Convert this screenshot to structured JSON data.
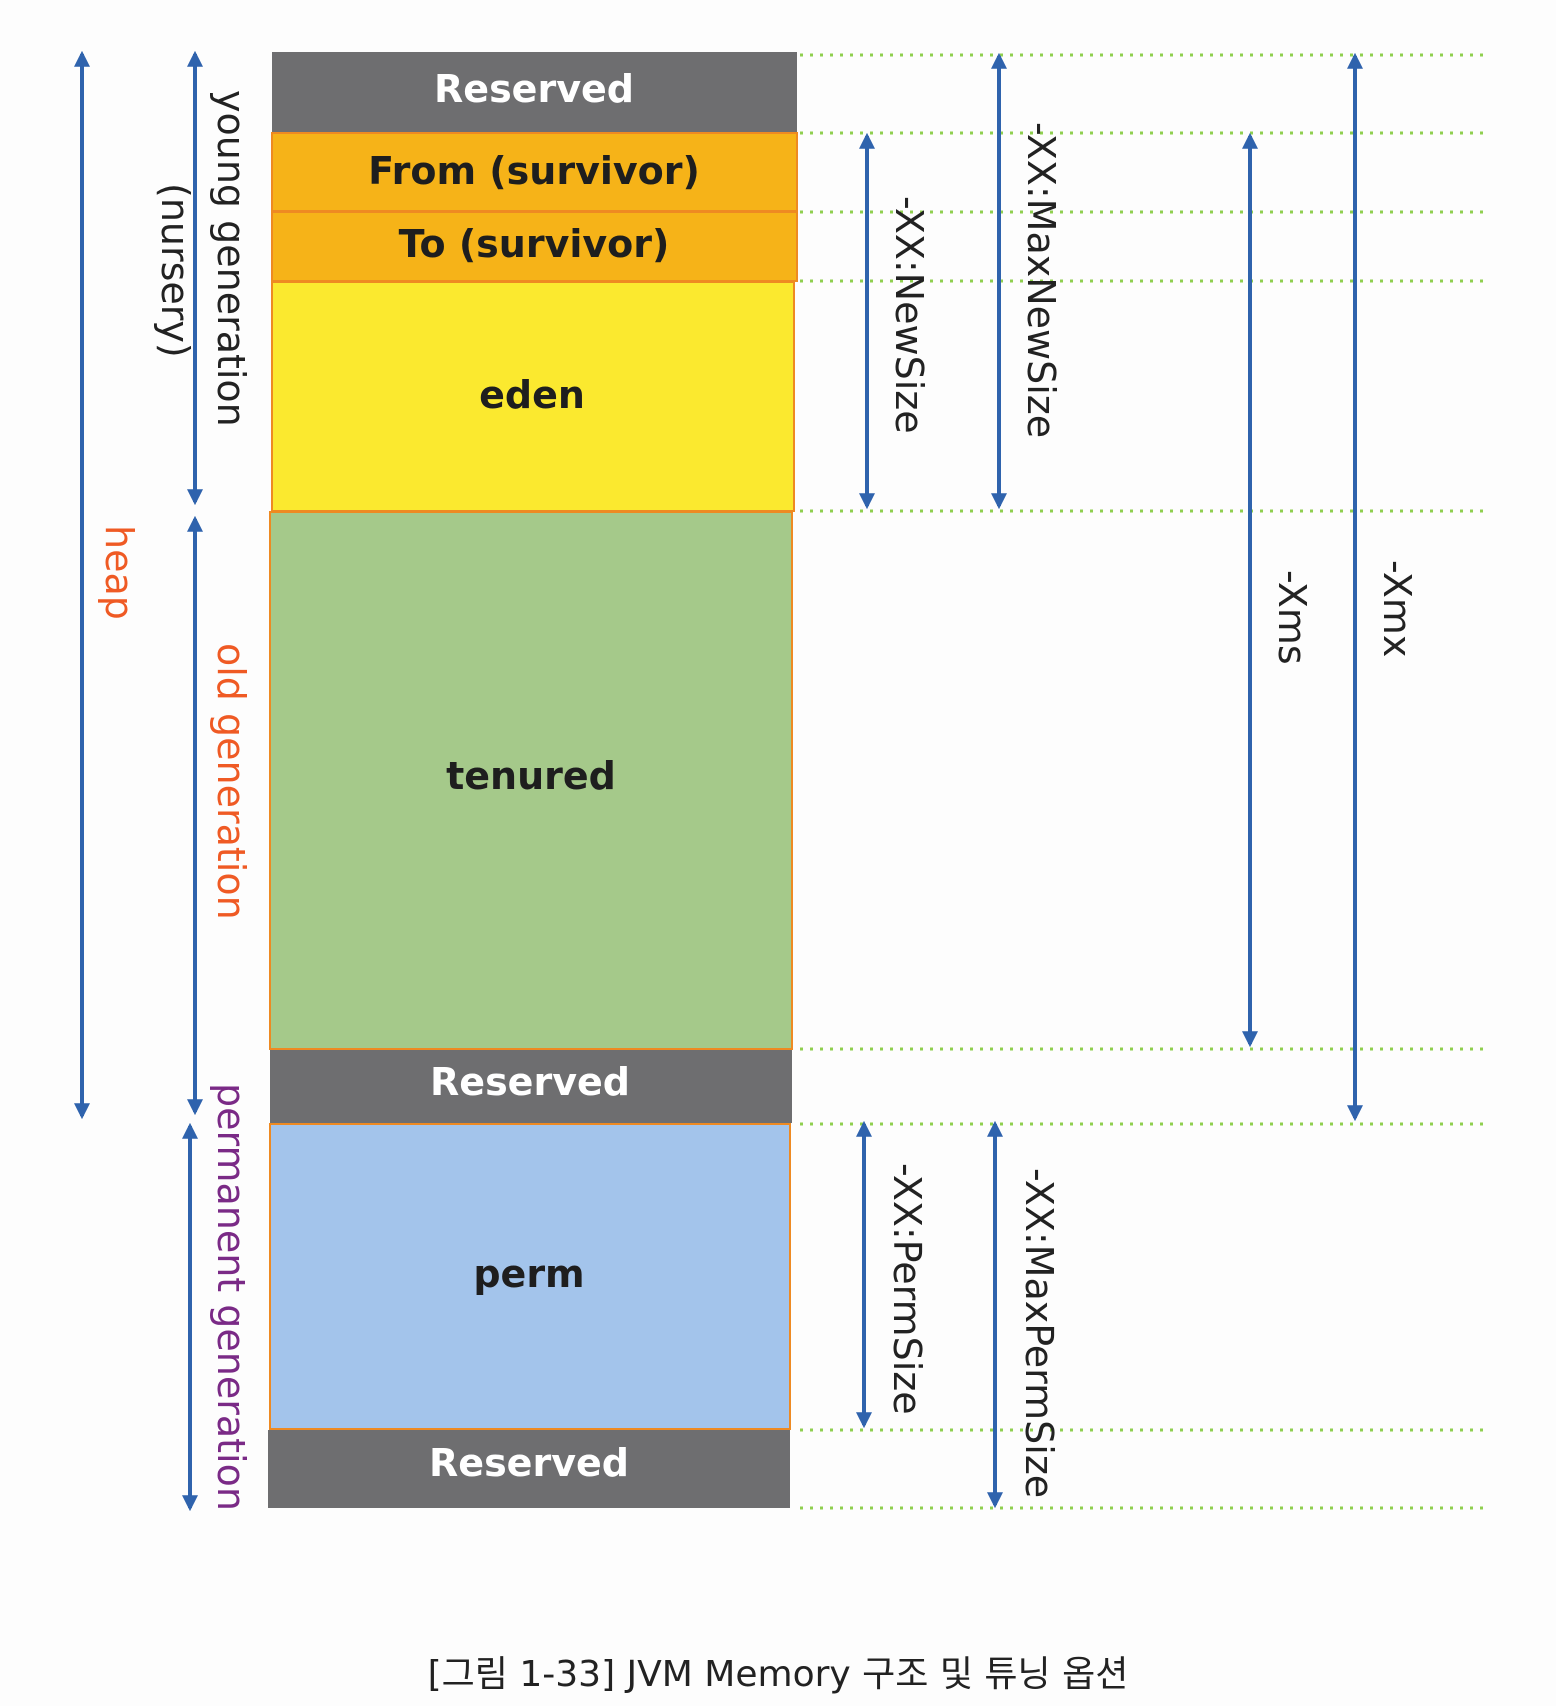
{
  "blocks": [
    {
      "label": "Reserved",
      "fill": "#6e6e70",
      "text_color": "#ffffff"
    },
    {
      "label": "From (survivor)",
      "fill": "#f6b318",
      "text_color": "#1e1e1e"
    },
    {
      "label": "To (survivor)",
      "fill": "#f6b318",
      "text_color": "#1e1e1e"
    },
    {
      "label": "eden",
      "fill": "#fbe92f",
      "text_color": "#1e1e1e"
    },
    {
      "label": "tenured",
      "fill": "#a5c98a",
      "text_color": "#1e1e1e"
    },
    {
      "label": "Reserved",
      "fill": "#6e6e70",
      "text_color": "#ffffff"
    },
    {
      "label": "perm",
      "fill": "#a3c4eb",
      "text_color": "#1e1e1e"
    },
    {
      "label": "Reserved",
      "fill": "#6e6e70",
      "text_color": "#ffffff"
    }
  ],
  "generations": {
    "heap": {
      "label": "heap",
      "color": "#ef5a24"
    },
    "young": {
      "label": "young generation",
      "sublabel": "(nursery)",
      "color": "#222222"
    },
    "old": {
      "label": "old generation",
      "color": "#ef5a24"
    },
    "permanent": {
      "label": "permanent generation",
      "color": "#7a2a86"
    }
  },
  "options": {
    "new_size": "-XX:NewSize",
    "max_new_size": "-XX:MaxNewSize",
    "xms": "-Xms",
    "xmx": "-Xmx",
    "perm_size": "-XX:PermSize",
    "max_perm_size": "-XX:MaxPermSize"
  },
  "colors": {
    "arrow": "#2f63ad",
    "dotted_guide": "#8fcf4f",
    "block_border": "#ee8a22"
  },
  "caption": "[그림 1-33] JVM Memory 구조 및 튜닝 옵션"
}
